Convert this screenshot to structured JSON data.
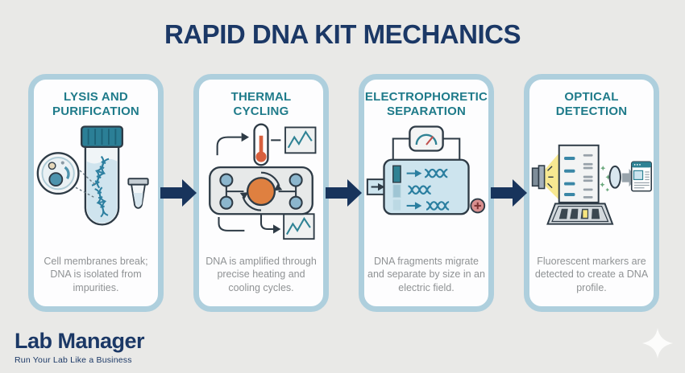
{
  "palette": {
    "background": "#e9e9e7",
    "title_navy": "#1b3866",
    "header_teal": "#1f7b8a",
    "card_border_blue": "#aecfdd",
    "card_background": "#fdfdfe",
    "description_gray": "#8f9294",
    "arrow_navy": "#18345c",
    "illustration_teal": "#2f8294",
    "illustration_orange": "#df8040",
    "illustration_light_blue": "#cfe4ee",
    "dna_blue": "#2b7fa0",
    "highlight_yellow": "#f6e47e"
  },
  "title": "RAPID DNA KIT MECHANICS",
  "cards": [
    {
      "title_line1": "LYSIS AND",
      "title_line2": "PURIFICATION",
      "description": "Cell membranes break; DNA is isolated from impurities.",
      "icon": "cell-lysis-tube-illustration"
    },
    {
      "title_line1": "THERMAL",
      "title_line2": "CYCLING",
      "description": "DNA is amplified through precise heating and cooling cycles.",
      "icon": "thermal-cycler-illustration"
    },
    {
      "title_line1": "ELECTROPHORETIC",
      "title_line2": "SEPARATION",
      "description": "DNA fragments migrate and separate by size in an electric field.",
      "icon": "gel-electrophoresis-illustration"
    },
    {
      "title_line1": "OPTICAL",
      "title_line2": "DETECTION",
      "description": "Fluorescent markers are detected to create a DNA profile.",
      "icon": "optical-scanner-illustration"
    }
  ],
  "flow": {
    "arrow_icon": "right-block-arrow-icon",
    "arrow_count": 3
  },
  "footer": {
    "logo": "Lab Manager",
    "tagline": "Run Your Lab Like a Business",
    "decoration": "sparkle-icon"
  }
}
